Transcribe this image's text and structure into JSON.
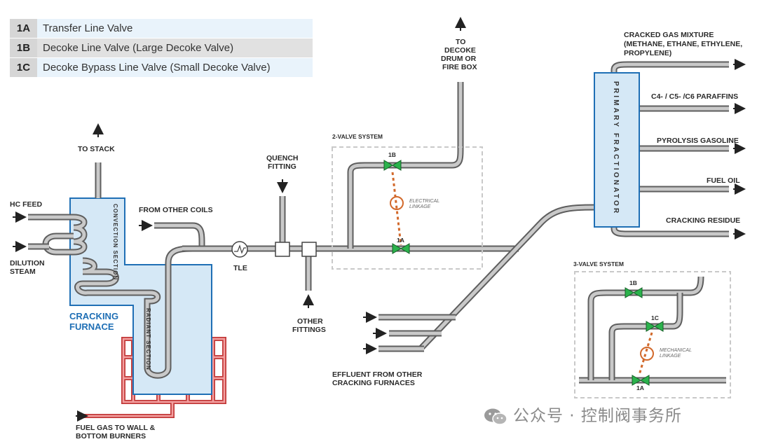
{
  "legend": [
    {
      "code": "1A",
      "text": "Transfer Line Valve"
    },
    {
      "code": "1B",
      "text": "Decoke Line Valve (Large Decoke Valve)"
    },
    {
      "code": "1C",
      "text": "Decoke Bypass Line Valve (Small Decoke Valve)"
    }
  ],
  "labels": {
    "to_stack": "TO STACK",
    "hc_feed": "HC FEED",
    "dilution_steam_1": "DILUTION",
    "dilution_steam_2": "STEAM",
    "from_other_coils": "FROM OTHER COILS",
    "cracking_furnace_1": "CRACKING",
    "cracking_furnace_2": "FURNACE",
    "convection_section": "CONVECTION SECTION",
    "radiant_section": "RADIANT SECTION",
    "tle": "TLE",
    "quench_fitting_1": "QUENCH",
    "quench_fitting_2": "FITTING",
    "other_fittings_1": "OTHER",
    "other_fittings_2": "FITTINGS",
    "fuel_gas_1": "FUEL GAS TO WALL &",
    "fuel_gas_2": "BOTTOM BURNERS",
    "to_decoke_1": "TO",
    "to_decoke_2": "DECOKE",
    "to_decoke_3": "DRUM OR",
    "to_decoke_4": "FIRE BOX",
    "two_valve_system": "2-VALVE SYSTEM",
    "three_valve_system": "3-VALVE SYSTEM",
    "electrical_linkage_1": "ELECTRICAL",
    "electrical_linkage_2": "LINKAGE",
    "mechanical_linkage_1": "MECHANICAL",
    "mechanical_linkage_2": "LINKAGE",
    "valve_1a": "1A",
    "valve_1b": "1B",
    "valve_1c": "1C",
    "effluent_1": "EFFLUENT FROM OTHER",
    "effluent_2": "CRACKING FURNACES",
    "primary_fractionator": "PRIMARY FRACTIONATOR",
    "cracked_gas_1": "CRACKED GAS MIXTURE",
    "cracked_gas_2": "(METHANE, ETHANE, ETHYLENE,",
    "cracked_gas_3": "PROPYLENE)",
    "paraffins": "C4- / C5- /C6  PARAFFINS",
    "pyrolysis_gasoline": "PYROLYSIS GASOLINE",
    "fuel_oil": "FUEL OIL",
    "cracking_residue": "CRACKING RESIDUE"
  },
  "watermark": "公众号 · 控制阀事务所",
  "colors": {
    "valve": "#2bb24c",
    "linkage": "#d2692b",
    "furnace_fill": "#d5e8f6",
    "furnace_border": "#1f6fb5",
    "burner": "#d9423e"
  }
}
